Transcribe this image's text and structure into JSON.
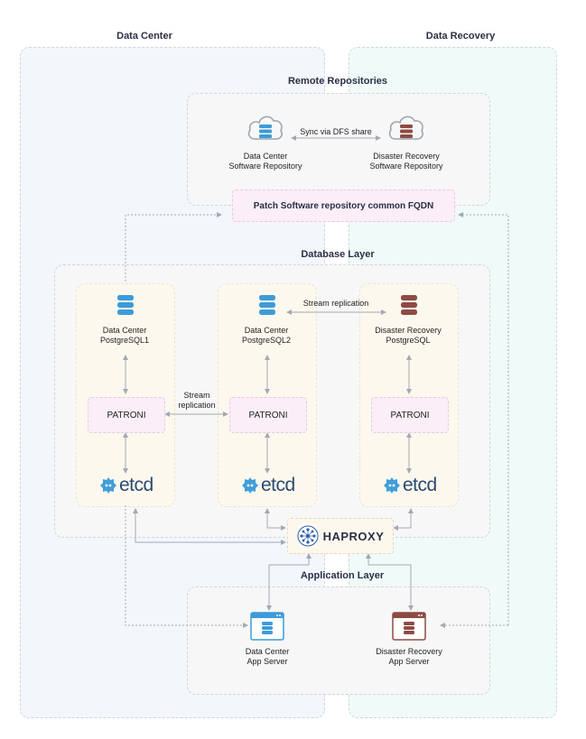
{
  "regions": {
    "data_center": "Data Center",
    "data_recovery": "Data Recovery"
  },
  "remote": {
    "title": "Remote Repositories",
    "dc_repo_label": [
      "Data Center",
      "Software Repository"
    ],
    "dr_repo_label": [
      "Disaster Recovery",
      "Software Repository"
    ],
    "sync_label": "Sync via DFS share",
    "fqdn_label": "Patch Software repository common FQDN"
  },
  "database": {
    "title": "Database Layer",
    "nodes": [
      {
        "label": [
          "Data Center",
          "PostgreSQL1"
        ],
        "patroni": "PATRONI",
        "etcd": "etcd"
      },
      {
        "label": [
          "Data Center",
          "PostgreSQL2"
        ],
        "patroni": "PATRONI",
        "etcd": "etcd"
      },
      {
        "label": [
          "Disaster Recovery",
          "PostgreSQL"
        ],
        "patroni": "PATRONI",
        "etcd": "etcd"
      }
    ],
    "stream_replication_top": "Stream replication",
    "stream_replication_mid": [
      "Stream",
      "replication"
    ]
  },
  "haproxy": {
    "label": "HAPROXY",
    "brand_color": "#3a7fd6"
  },
  "application": {
    "title": "Application Layer",
    "dc_app": [
      "Data Center",
      "App Server"
    ],
    "dr_app": [
      "Disaster Recovery",
      "App Server"
    ]
  },
  "colors": {
    "dc_accent": "#3d9bd8",
    "dr_accent": "#8e4b43",
    "dc_zone": "#f3f6fb",
    "dr_zone": "#f0faf8",
    "patroni_bg": "#fbeef7",
    "node_bg": "#fdf8ee"
  },
  "icons": {
    "cloud_db": "cloud-database-icon",
    "database": "database-icon",
    "app_window": "app-server-window-icon",
    "etcd": "etcd-logo-icon",
    "haproxy": "haproxy-logo-icon"
  }
}
